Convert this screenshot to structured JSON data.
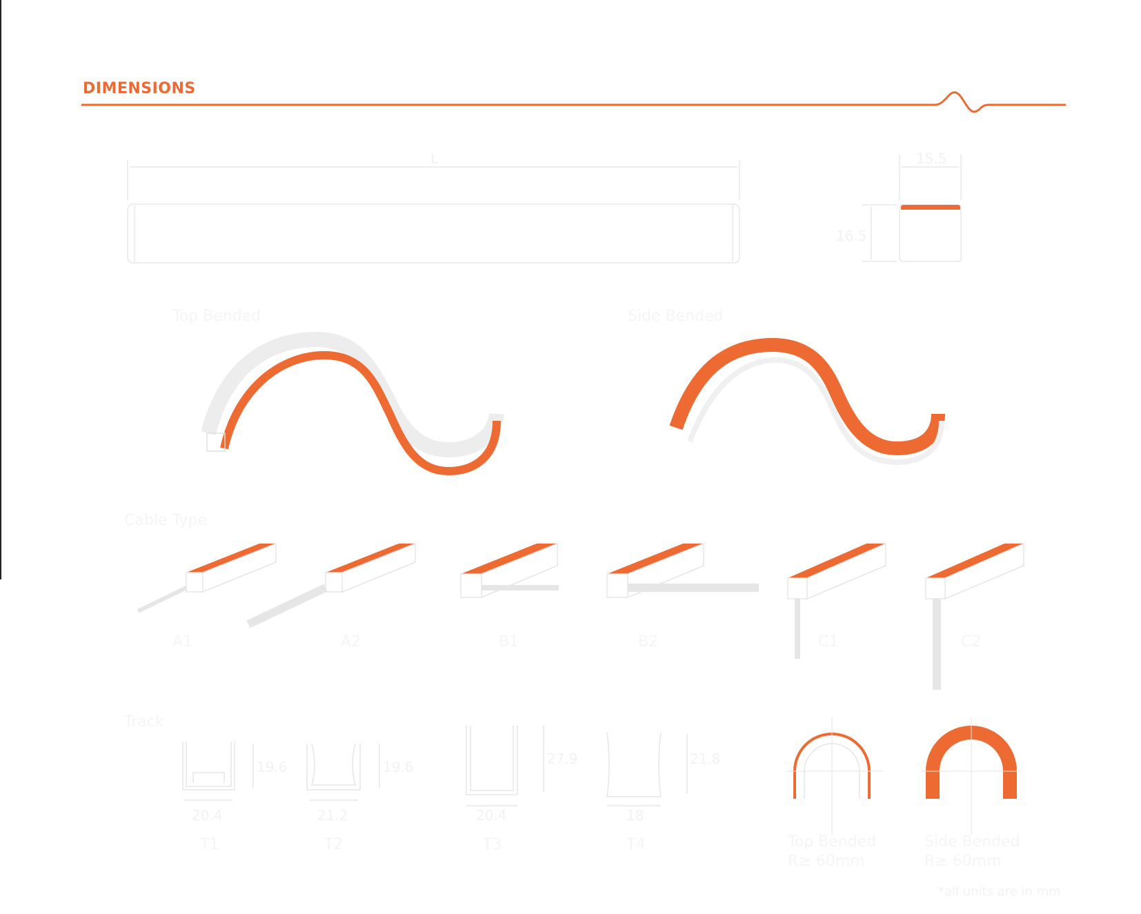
{
  "header": {
    "title": "DIMENSIONS"
  },
  "colors": {
    "accent": "#ee6a33",
    "line": "#e6e6e6",
    "page": "#ffffff"
  },
  "profile": {
    "length_label": "L",
    "width": "15.5",
    "height": "16.5"
  },
  "bends": {
    "top": "Top Bended",
    "side": "Side Bended"
  },
  "cable": {
    "title": "Cable Type",
    "items": [
      "A1",
      "A2",
      "B1",
      "B2",
      "C1",
      "C2"
    ]
  },
  "track": {
    "title": "Track",
    "items": [
      {
        "name": "T1",
        "width": "20.4",
        "height": "19.6"
      },
      {
        "name": "T2",
        "width": "21.2",
        "height": "19.6"
      },
      {
        "name": "T3",
        "width": "20.4",
        "height": "27.9"
      },
      {
        "name": "T4",
        "width": "18",
        "height": "21.8"
      }
    ],
    "radius": [
      {
        "line1": "Top Bended",
        "line2": "R≥ 60mm"
      },
      {
        "line1": "Side Bended",
        "line2": "R≥ 60mm"
      }
    ]
  },
  "footnote": "*all units are in mm"
}
